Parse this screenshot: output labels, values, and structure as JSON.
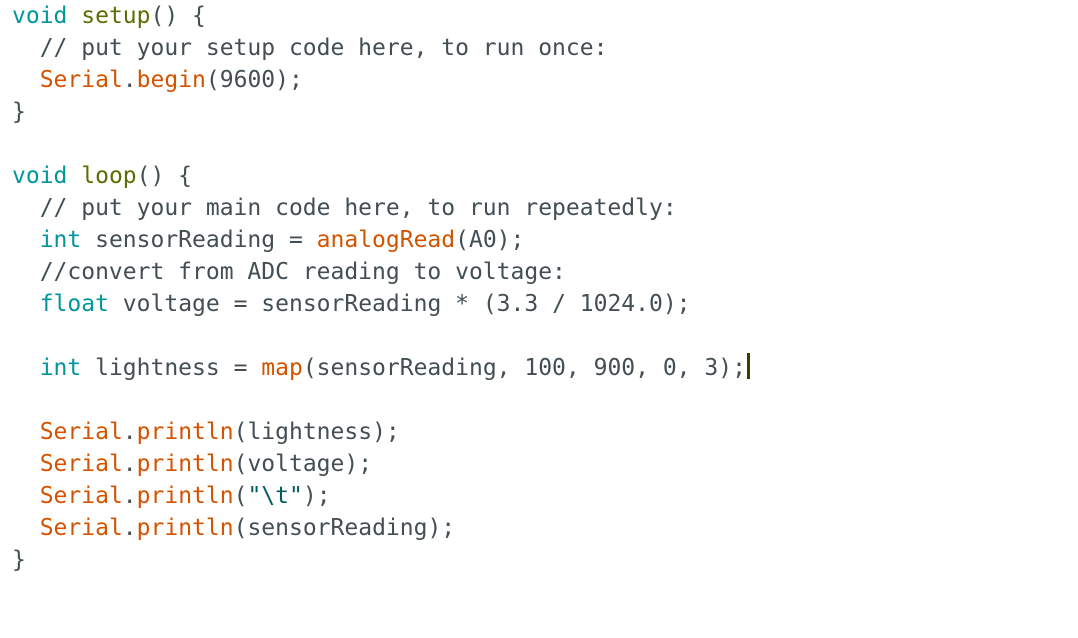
{
  "colors": {
    "background": "#ffffff",
    "plain": "#434f54",
    "keyword_type": "#00979c",
    "function_name": "#5e6d03",
    "library_call": "#d35400",
    "comment": "#434f54",
    "string": "#005c5f",
    "cursor": "#3d3d00"
  },
  "editor": {
    "lines": [
      [
        {
          "t": "void",
          "c": "keyword_type"
        },
        {
          "t": " ",
          "c": "plain"
        },
        {
          "t": "setup",
          "c": "function_name"
        },
        {
          "t": "() {",
          "c": "plain"
        }
      ],
      [
        {
          "t": "  // put your setup code here, to run once:",
          "c": "comment"
        }
      ],
      [
        {
          "t": "  ",
          "c": "plain"
        },
        {
          "t": "Serial",
          "c": "library_call"
        },
        {
          "t": ".",
          "c": "plain"
        },
        {
          "t": "begin",
          "c": "library_call"
        },
        {
          "t": "(9600);",
          "c": "plain"
        }
      ],
      [
        {
          "t": "}",
          "c": "plain"
        }
      ],
      [],
      [
        {
          "t": "void",
          "c": "keyword_type"
        },
        {
          "t": " ",
          "c": "plain"
        },
        {
          "t": "loop",
          "c": "function_name"
        },
        {
          "t": "() {",
          "c": "plain"
        }
      ],
      [
        {
          "t": "  // put your main code here, to run repeatedly:",
          "c": "comment"
        }
      ],
      [
        {
          "t": "  ",
          "c": "plain"
        },
        {
          "t": "int",
          "c": "keyword_type"
        },
        {
          "t": " sensorReading = ",
          "c": "plain"
        },
        {
          "t": "analogRead",
          "c": "library_call"
        },
        {
          "t": "(A0);",
          "c": "plain"
        }
      ],
      [
        {
          "t": "  //convert from ADC reading to voltage:",
          "c": "comment"
        }
      ],
      [
        {
          "t": "  ",
          "c": "plain"
        },
        {
          "t": "float",
          "c": "keyword_type"
        },
        {
          "t": " voltage = sensorReading * (3.3 / 1024.0);",
          "c": "plain"
        }
      ],
      [],
      [
        {
          "t": "  ",
          "c": "plain"
        },
        {
          "t": "int",
          "c": "keyword_type"
        },
        {
          "t": " lightness = ",
          "c": "plain"
        },
        {
          "t": "map",
          "c": "library_call"
        },
        {
          "t": "(sensorReading, 100, 900, 0, 3);",
          "c": "plain"
        }
      ],
      [],
      [
        {
          "t": "  ",
          "c": "plain"
        },
        {
          "t": "Serial",
          "c": "library_call"
        },
        {
          "t": ".",
          "c": "plain"
        },
        {
          "t": "println",
          "c": "library_call"
        },
        {
          "t": "(lightness);",
          "c": "plain"
        }
      ],
      [
        {
          "t": "  ",
          "c": "plain"
        },
        {
          "t": "Serial",
          "c": "library_call"
        },
        {
          "t": ".",
          "c": "plain"
        },
        {
          "t": "println",
          "c": "library_call"
        },
        {
          "t": "(voltage);",
          "c": "plain"
        }
      ],
      [
        {
          "t": "  ",
          "c": "plain"
        },
        {
          "t": "Serial",
          "c": "library_call"
        },
        {
          "t": ".",
          "c": "plain"
        },
        {
          "t": "println",
          "c": "library_call"
        },
        {
          "t": "(",
          "c": "plain"
        },
        {
          "t": "\"\\t\"",
          "c": "string"
        },
        {
          "t": ");",
          "c": "plain"
        }
      ],
      [
        {
          "t": "  ",
          "c": "plain"
        },
        {
          "t": "Serial",
          "c": "library_call"
        },
        {
          "t": ".",
          "c": "plain"
        },
        {
          "t": "println",
          "c": "library_call"
        },
        {
          "t": "(sensorReading);",
          "c": "plain"
        }
      ],
      [
        {
          "t": "}",
          "c": "plain"
        }
      ]
    ],
    "cursor": {
      "line": 11,
      "after_text": true
    }
  }
}
